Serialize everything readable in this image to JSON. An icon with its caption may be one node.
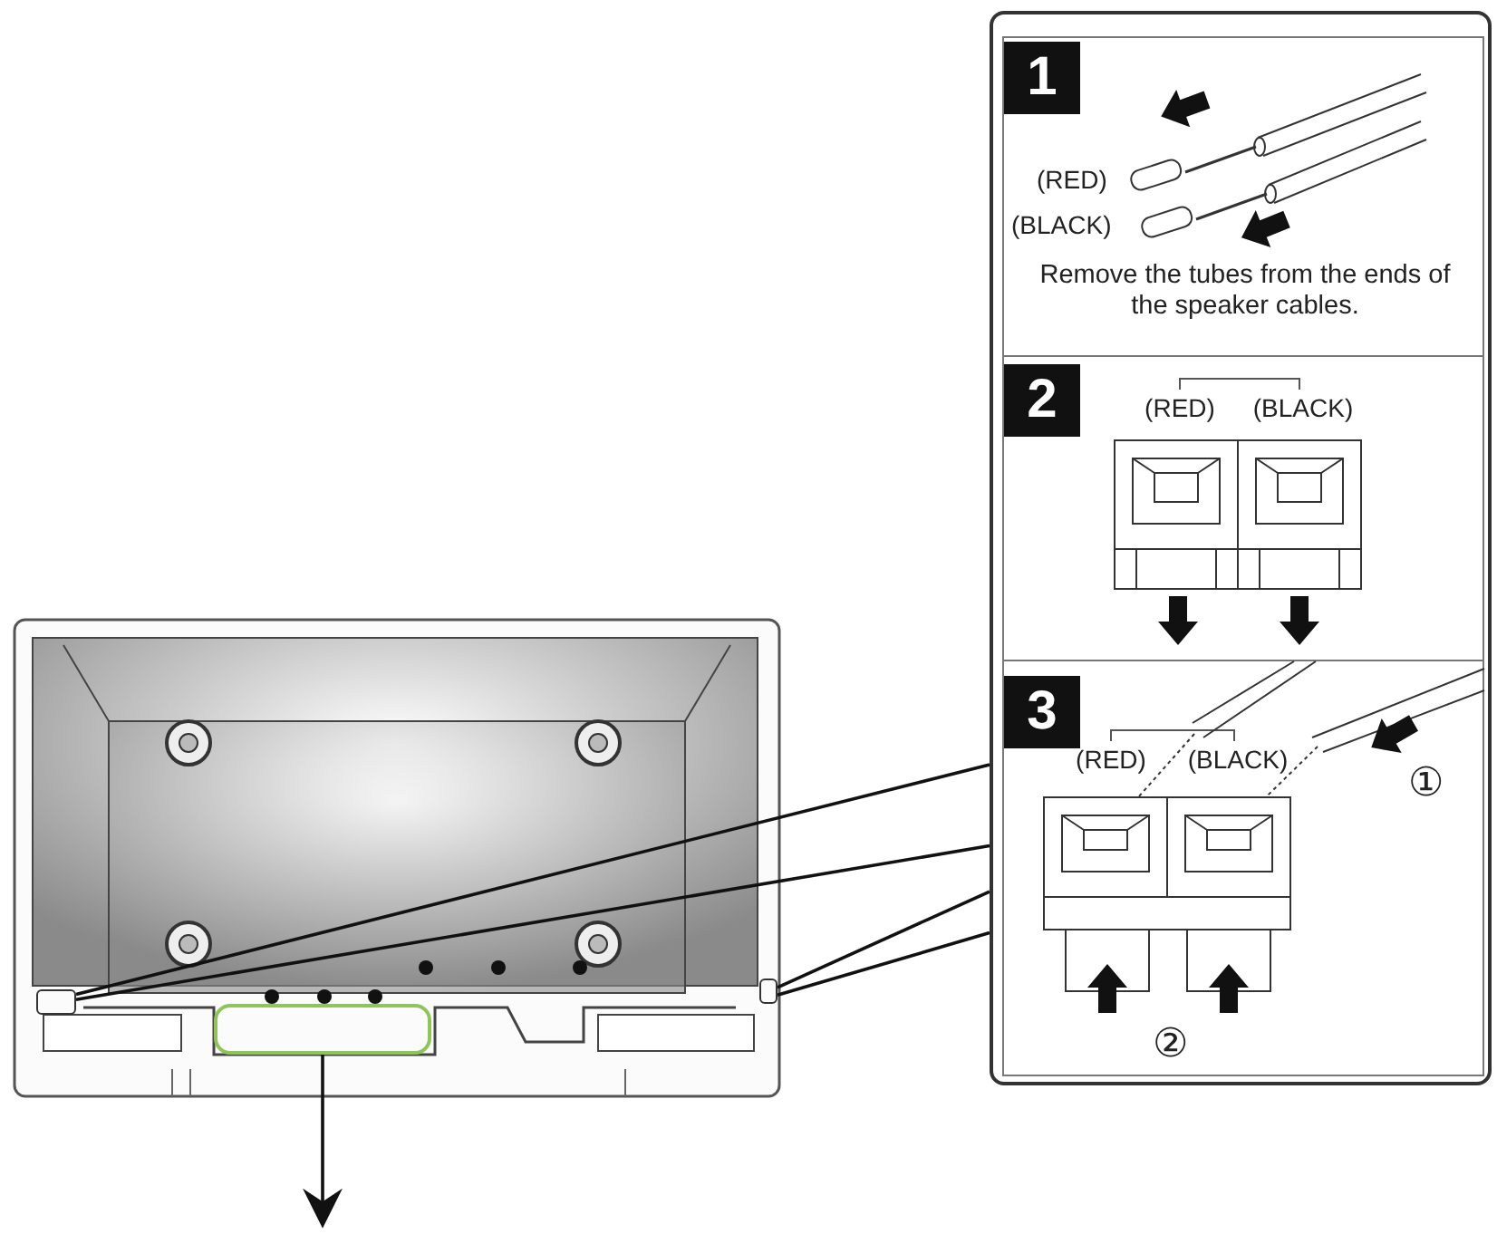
{
  "diagram": {
    "nodes": [
      {
        "text": [],
        "shape": "box"
      },
      {
        "text": [
          "1",
          "(RED)",
          "(BLACK)",
          "Remove the tubes from the ends of the speaker cables."
        ],
        "in": 0
      },
      {
        "text": [
          "2",
          "(RED)",
          "(BLACK)"
        ],
        "in": 0
      },
      {
        "text": [
          "3",
          "(RED)",
          "(BLACK)",
          "①",
          "②"
        ],
        "in": 0
      },
      {
        "text": [],
        "shape": "box"
      },
      {
        "text": [],
        "shape": "box"
      },
      {
        "text": [],
        "shape": "box"
      }
    ],
    "edges": [
      {
        "from": 4,
        "to": 0,
        "arrow": "none"
      },
      {
        "from": 4,
        "to": 0,
        "arrow": "none"
      },
      {
        "from": 5,
        "to": 0,
        "arrow": "none"
      },
      {
        "from": 5,
        "to": 0,
        "arrow": "none"
      },
      {
        "from": 6,
        "to": null,
        "arrow": "to"
      }
    ]
  }
}
